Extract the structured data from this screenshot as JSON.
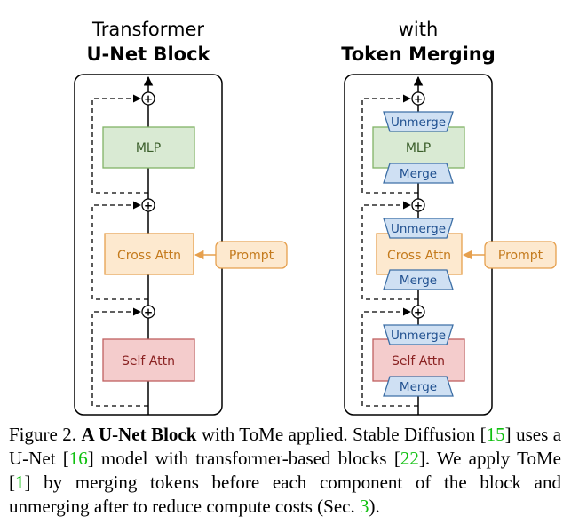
{
  "left_panel": {
    "title_line1": "Transformer",
    "title_line2": "U-Net Block",
    "mlp": "MLP",
    "cross_attn": "Cross Attn",
    "self_attn": "Self Attn",
    "prompt": "Prompt"
  },
  "right_panel": {
    "title_line1": "with",
    "title_line2": "Token Merging",
    "mlp": "MLP",
    "cross_attn": "Cross Attn",
    "self_attn": "Self Attn",
    "prompt": "Prompt",
    "unmerge": "Unmerge",
    "merge": "Merge"
  },
  "symbols": {
    "plus": "+"
  },
  "colors": {
    "mlp_fill": "#d9ead3",
    "mlp_stroke": "#82b366",
    "mlp_text": "#3a5e2a",
    "cross_fill": "#fde9cf",
    "cross_stroke": "#e6a04e",
    "cross_text": "#c47a1c",
    "self_fill": "#f4cccc",
    "self_stroke": "#c06060",
    "self_text": "#8a2222",
    "merge_fill": "#cfe0f3",
    "merge_stroke": "#3d6fa6",
    "merge_text": "#1f4f8f",
    "ref": "#10c010"
  },
  "caption": {
    "figure_label": "Figure 2.",
    "bold_title": "A U-Net Block",
    "part1": " with ToMe applied. Stable Diffusion [",
    "ref1": "15",
    "part2": "] uses a U-Net [",
    "ref2": "16",
    "part3": "] model with transformer-based blocks [",
    "ref3": "22",
    "part4": "]. We apply ToMe [",
    "ref4": "1",
    "part5": "] by merging tokens before each component of the block and unmerging after to reduce compute costs (Sec. ",
    "ref5": "3",
    "part6": ")."
  }
}
